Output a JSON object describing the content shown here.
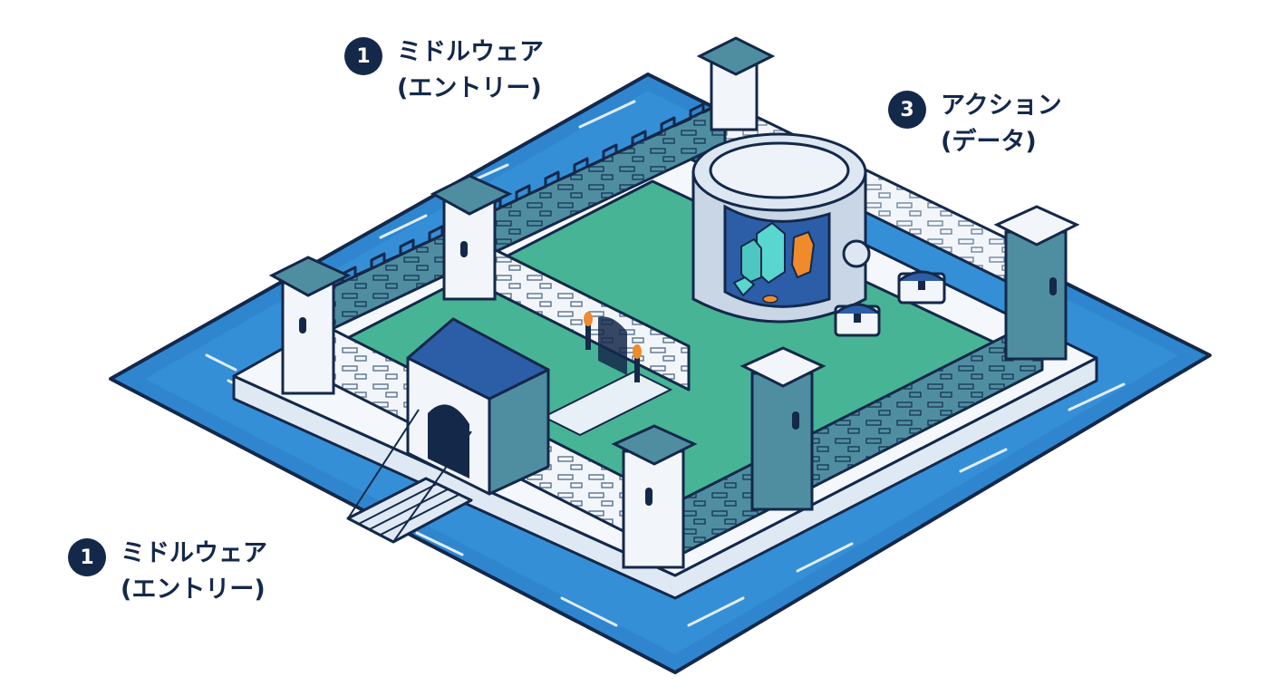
{
  "callouts": [
    {
      "number": "1",
      "line1": "ミドルウェア",
      "line2": "(エントリー)"
    },
    {
      "number": "3",
      "line1": "アクション",
      "line2": "(データ)"
    },
    {
      "number": "1",
      "line1": "ミドルウェア",
      "line2": "(エントリー)"
    }
  ],
  "colors": {
    "navy": "#14284a",
    "moat_blue": "#2f86cf",
    "wall_white": "#f2f6fb",
    "wall_teal": "#4f8ea0",
    "courtyard_green": "#47b495",
    "roof_blue": "#2c5ea8"
  }
}
